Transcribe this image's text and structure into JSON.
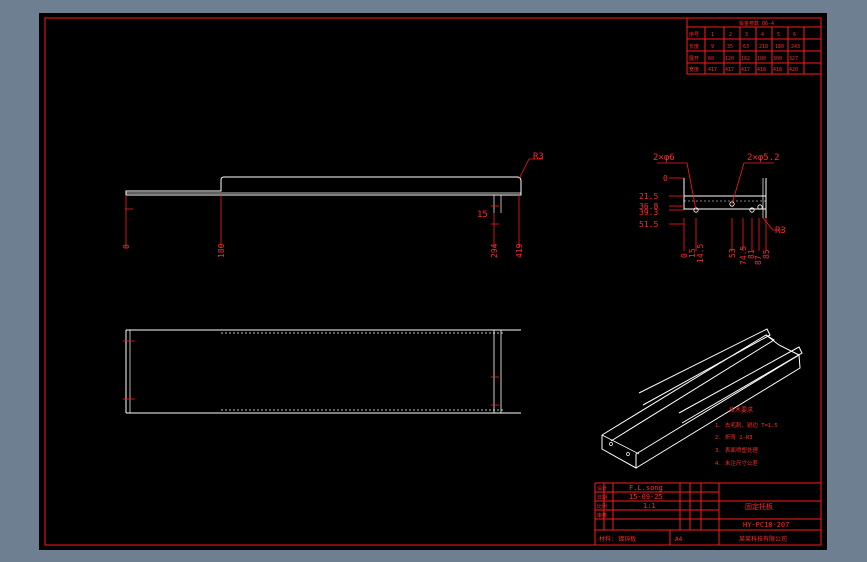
{
  "app": {
    "name": "CAD drawing viewport",
    "background": "#6f7f92",
    "canvas_background": "#000000",
    "line_color": "#ff1a1a",
    "geometry_color": "#ffffff"
  },
  "front_view": {
    "radius_label": "R3",
    "dim_x": [
      "0",
      "180",
      "294",
      "419"
    ],
    "gap_label": "15"
  },
  "side_view": {
    "hole_left_label": "2×φ6",
    "hole_right_label": "2×φ5.2",
    "y_dims": [
      "0",
      "21.5",
      "36.8",
      "39.3",
      "51.5"
    ],
    "x_dims": [
      "0",
      "15",
      "14.5",
      "53",
      "74.5",
      "81",
      "87",
      "85"
    ],
    "radius_label": "R3"
  },
  "param_table": {
    "title": "钣金参数 Q6-4",
    "headers": [
      "序号",
      "1",
      "2",
      "3",
      "4",
      "5",
      "6"
    ],
    "rows": [
      [
        "长度",
        "9",
        "35",
        "63",
        "218",
        "180",
        "243"
      ],
      [
        "展开",
        "60",
        "120",
        "182",
        "180",
        "300",
        "327"
      ],
      [
        "宽度",
        "417",
        "417",
        "417",
        "418",
        "418",
        "420"
      ]
    ]
  },
  "notes": {
    "title": "技术要求",
    "items": [
      "1. 去毛刺，锐边 T=1.5",
      "2. 折弯 2-R3",
      "3. 表面喷塑处理",
      "4. 未注尺寸公差"
    ]
  },
  "title_block": {
    "designer": "F.L.song",
    "date": "15-09-25",
    "scale": "1:1",
    "part_name": "固定托板",
    "drawing_number": "HY-PC18-207",
    "company": "某某科技有限公司",
    "material": "材料: 镀锌板",
    "sheet": "A4",
    "row_labels": [
      "设计",
      "日期",
      "比例",
      "审核"
    ]
  }
}
